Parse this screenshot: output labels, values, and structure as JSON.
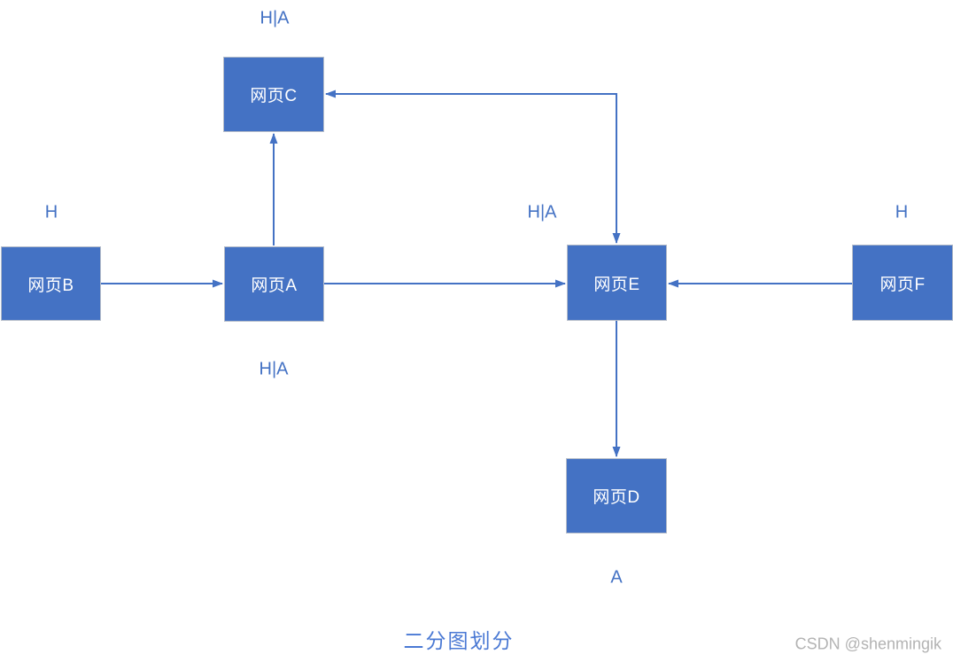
{
  "diagram": {
    "title": "二分图划分",
    "watermark": "CSDN @shenmingik",
    "nodes": [
      {
        "id": "C",
        "label": "网页C",
        "tag": "H|A"
      },
      {
        "id": "B",
        "label": "网页B",
        "tag": "H"
      },
      {
        "id": "A",
        "label": "网页A",
        "tag": "H|A"
      },
      {
        "id": "E",
        "label": "网页E",
        "tag": "H|A"
      },
      {
        "id": "F",
        "label": "网页F",
        "tag": "H"
      },
      {
        "id": "D",
        "label": "网页D",
        "tag": "A"
      }
    ],
    "edges": [
      {
        "from": "网页B",
        "to": "网页A"
      },
      {
        "from": "网页A",
        "to": "网页C"
      },
      {
        "from": "网页A",
        "to": "网页E"
      },
      {
        "from": "网页E",
        "to": "网页C"
      },
      {
        "from": "网页E",
        "to": "网页D"
      },
      {
        "from": "网页F",
        "to": "网页E"
      }
    ],
    "colors": {
      "node_fill": "#4472C4",
      "node_border": "#b4bcc9",
      "node_text": "#ffffff",
      "arrow": "#4472C4",
      "label": "#4472C4",
      "title": "#4a79d4",
      "watermark": "#b3b3b3"
    }
  }
}
